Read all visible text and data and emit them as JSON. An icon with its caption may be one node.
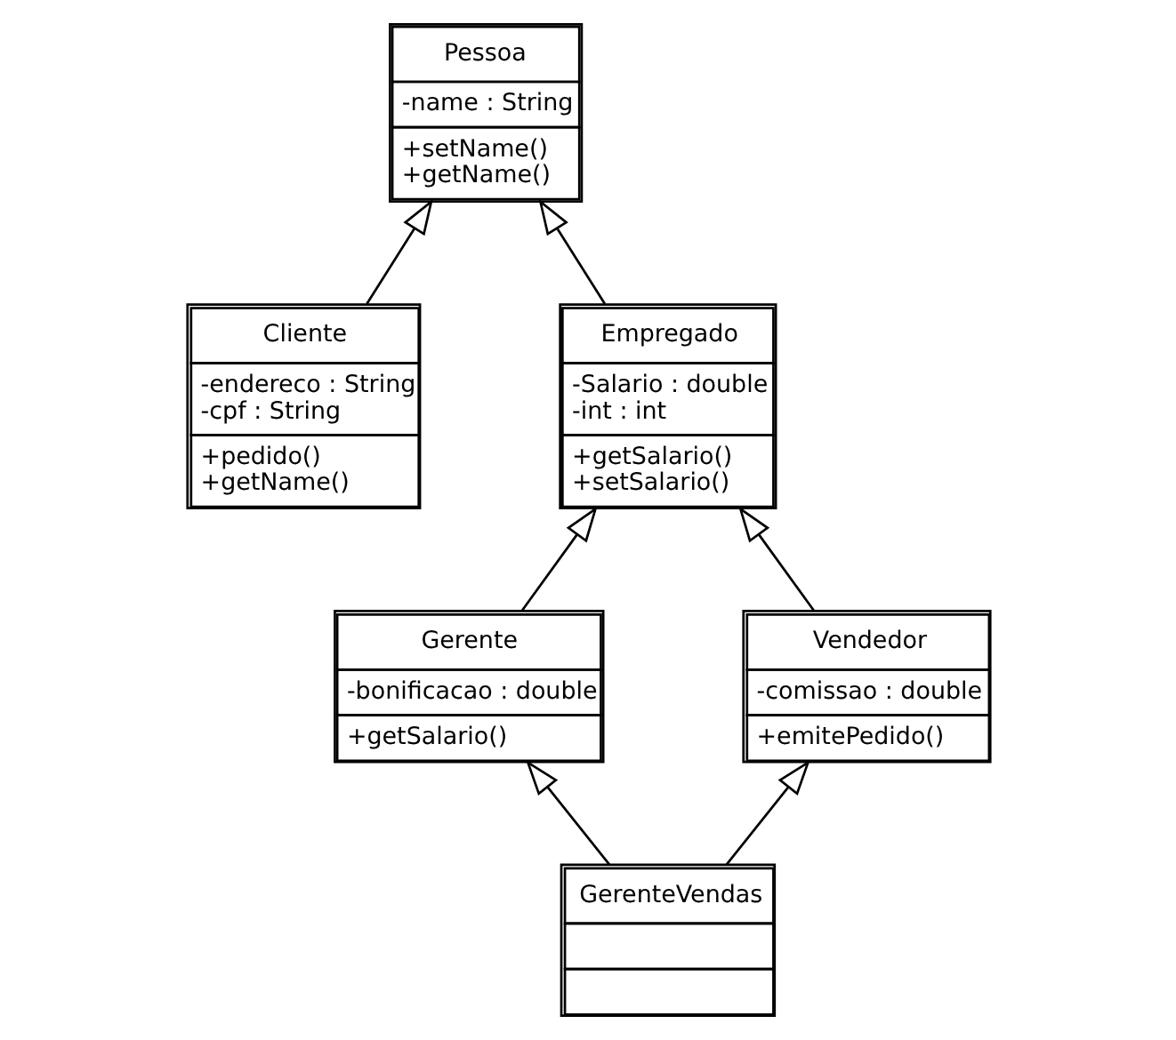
{
  "diagram": {
    "nodes": [
      {
        "text": [
          "Pessoa",
          "-name : String",
          "+setName()",
          "+getName()"
        ]
      },
      {
        "text": [
          "Cliente",
          "-endereco : String",
          "-cpf : String",
          "+pedido()",
          "+getName()"
        ]
      },
      {
        "text": [
          "Empregado",
          "-Salario : double",
          "-int : int",
          "+getSalario()",
          "+setSalario()"
        ]
      },
      {
        "text": [
          "Gerente",
          "-bonificacao : double",
          "+getSalario()"
        ]
      },
      {
        "text": [
          "Vendedor",
          "-comissao : double",
          "+emitePedido()"
        ]
      },
      {
        "text": [
          "GerenteVendas"
        ]
      }
    ],
    "edges": [
      {
        "from": 1,
        "to": 0,
        "arrow": "to"
      },
      {
        "from": 2,
        "to": 0,
        "arrow": "to"
      },
      {
        "from": 3,
        "to": 2,
        "arrow": "to"
      },
      {
        "from": 4,
        "to": 2,
        "arrow": "to"
      },
      {
        "from": 5,
        "to": 3,
        "arrow": "to"
      },
      {
        "from": 5,
        "to": 4,
        "arrow": "to"
      }
    ]
  }
}
